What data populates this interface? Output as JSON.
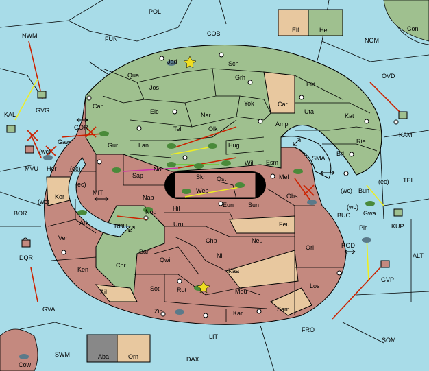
{
  "colors": {
    "sea": "#a8dce8",
    "green": "#9fc08f",
    "red": "#c4897f",
    "tan": "#e8c89f",
    "gray": "#888888",
    "border": "#000000",
    "order_red": "#cc2200",
    "order_yellow": "#eeee22",
    "order_green": "#66cc33",
    "order_magenta": "#cc33aa"
  },
  "legend_top": {
    "tan_label": "Elf",
    "green_label": "Hel"
  },
  "legend_bottom": {
    "gray_label": "Aba",
    "tan_label": "Orn"
  },
  "sea_labels": [
    "POL",
    "NWM",
    "FUN",
    "COB",
    "NOM",
    "Con",
    "OVD",
    "KAL",
    "KAM",
    "GOR",
    "MVU",
    "SMA",
    "TEI",
    "MIT",
    "BOR",
    "RBU",
    "BUC",
    "KUP",
    "ALT",
    "DQR",
    "ROD",
    "GVP",
    "GVA",
    "FRO",
    "SOM",
    "LIT",
    "SWM",
    "DAX",
    "Cow",
    "GVG",
    "Gaw",
    "(wc)",
    "(ec)"
  ],
  "land_labels": [
    "Jad",
    "Sch",
    "Qua",
    "Grh",
    "Jos",
    "Eld",
    "Can",
    "Car",
    "Yok",
    "Nar",
    "Elc",
    "Uta",
    "Kat",
    "Tel",
    "Olk",
    "Amp",
    "Gur",
    "Lan",
    "Hug",
    "Rie",
    "Bri",
    "Wil",
    "Esm",
    "Nor",
    "Skr",
    "Ost",
    "Mel",
    "Her",
    "Sap",
    "Web",
    "Bun",
    "Gwa",
    "Kor",
    "Nab",
    "Eun",
    "Sun",
    "Obs",
    "Hil",
    "Nog",
    "Ark",
    "Pir",
    "Uru",
    "Feu",
    "Chp",
    "Neu",
    "Ver",
    "Bar",
    "Nil",
    "Orl",
    "Qwi",
    "Ken",
    "Chr",
    "Kaa",
    "Los",
    "Rot",
    "Sot",
    "Ail",
    "Mou",
    "Zin",
    "Kar",
    "Sam"
  ],
  "coast_marks": [
    "(wc)",
    "(ec)",
    "(ec)",
    "(wc)",
    "(wc)",
    "(ec)",
    "(wc)"
  ]
}
